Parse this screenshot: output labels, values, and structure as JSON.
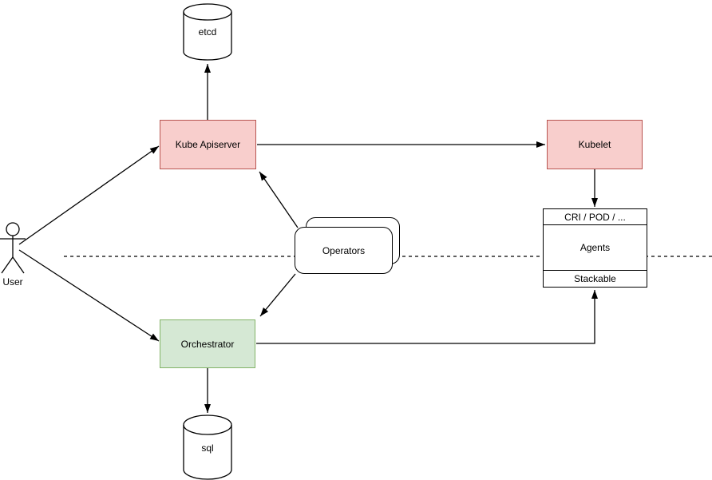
{
  "colors": {
    "background": "#ffffff",
    "node_red_fill": "#f8cecc",
    "node_red_stroke": "#b85450",
    "node_green_fill": "#d5e8d4",
    "node_green_stroke": "#82b366",
    "line": "#000000"
  },
  "nodes": {
    "user": {
      "label": "User",
      "shape": "actor"
    },
    "etcd": {
      "label": "etcd",
      "shape": "database-cylinder"
    },
    "sql": {
      "label": "sql",
      "shape": "database-cylinder"
    },
    "kube_apiserver": {
      "label": "Kube Apiserver",
      "shape": "rectangle-red"
    },
    "kubelet": {
      "label": "Kubelet",
      "shape": "rectangle-red"
    },
    "orchestrator": {
      "label": "Orchestrator",
      "shape": "rectangle-green"
    },
    "operators": {
      "label": "Operators",
      "shape": "stacked-rounded-rectangle"
    },
    "agents": {
      "header": "CRI / POD / ...",
      "body": "Agents",
      "footer": "Stackable",
      "shape": "three-section-box"
    }
  },
  "edges": [
    {
      "from": "user",
      "to": "kube_apiserver",
      "arrow": "end"
    },
    {
      "from": "user",
      "to": "orchestrator",
      "arrow": "end"
    },
    {
      "from": "kube_apiserver",
      "to": "etcd",
      "arrow": "end"
    },
    {
      "from": "kube_apiserver",
      "to": "kubelet",
      "arrow": "end"
    },
    {
      "from": "operators",
      "to": "kube_apiserver",
      "arrow": "end"
    },
    {
      "from": "operators",
      "to": "orchestrator",
      "arrow": "end"
    },
    {
      "from": "kubelet",
      "to": "agents",
      "arrow": "end"
    },
    {
      "from": "orchestrator",
      "to": "agents",
      "arrow": "end"
    },
    {
      "from": "orchestrator",
      "to": "sql",
      "arrow": "end"
    }
  ],
  "separator": {
    "style": "dashed",
    "orientation": "horizontal"
  }
}
